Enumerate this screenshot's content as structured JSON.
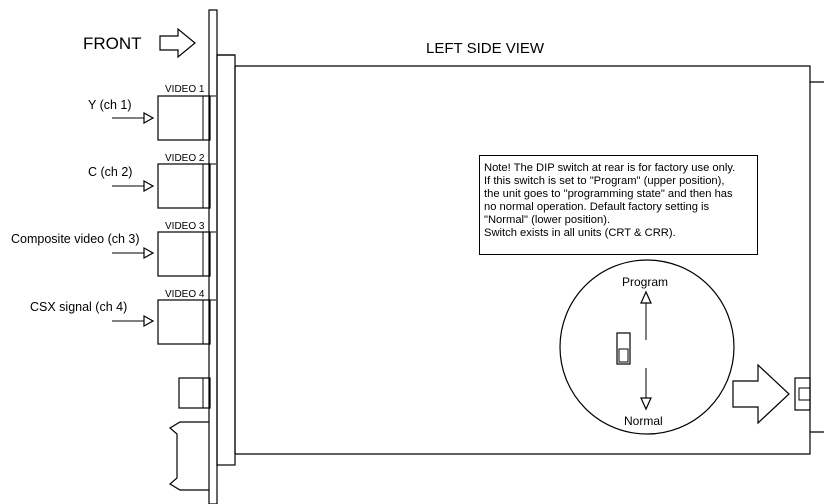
{
  "labels": {
    "front": "FRONT",
    "title": "LEFT SIDE VIEW",
    "inputs": [
      {
        "signal": "Y (ch 1)",
        "connector": "VIDEO 1"
      },
      {
        "signal": "C (ch 2)",
        "connector": "VIDEO 2"
      },
      {
        "signal": "Composite video (ch 3)",
        "connector": "VIDEO 3"
      },
      {
        "signal": "CSX signal (ch 4)",
        "connector": "VIDEO 4"
      }
    ],
    "switch_up": "Program",
    "switch_down": "Normal"
  },
  "note": {
    "lines": [
      "Note! The DIP switch at rear is for factory use only.",
      "If this switch is set to \"Program\" (upper position),",
      "the unit goes to \"programming state\" and then has",
      "no normal operation. Default factory setting is",
      "\"Normal\" (lower position).",
      "Switch exists in all units (CRT & CRR)."
    ]
  }
}
